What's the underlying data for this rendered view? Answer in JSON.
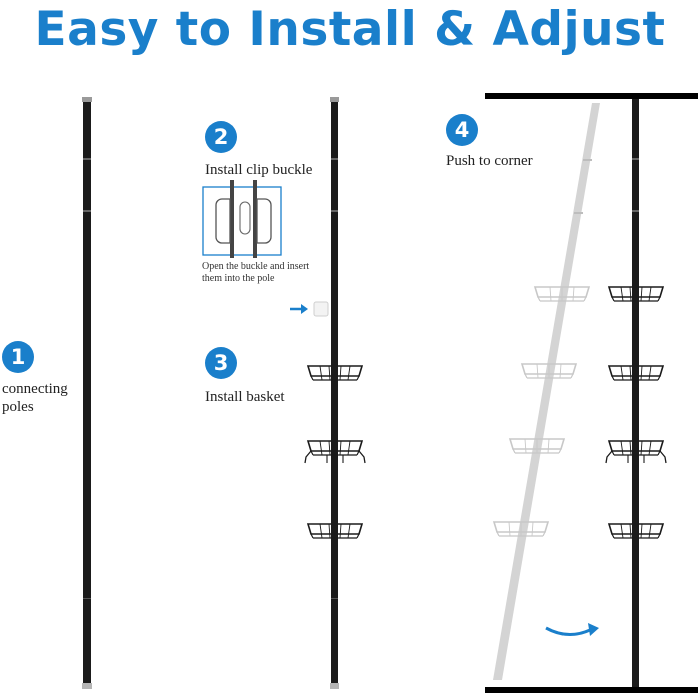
{
  "title": "Easy to Install & Adjust",
  "steps": [
    {
      "number": "1",
      "text_lines": [
        "connecting",
        "poles"
      ]
    },
    {
      "number": "2",
      "text": "Install clip buckle",
      "note_lines": [
        "Open the buckle and insert",
        "them into the pole"
      ]
    },
    {
      "number": "3",
      "text": "Install basket"
    },
    {
      "number": "4",
      "text": "Push to corner"
    }
  ],
  "colors": {
    "accent": "#1a7fcb",
    "pole": "#1b1b1b",
    "ghost": "#cfcfcf"
  },
  "icons": [
    "blue-arrow-right-icon",
    "blue-curved-arrow-icon"
  ]
}
